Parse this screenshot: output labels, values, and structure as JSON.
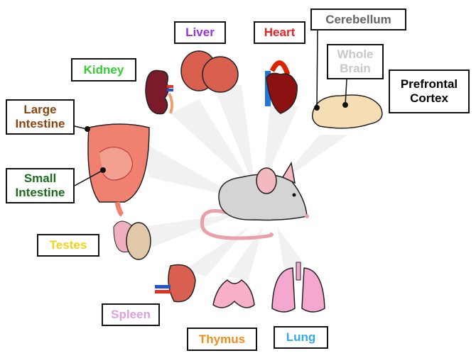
{
  "labels": {
    "cerebellum": {
      "text": "Cerebellum",
      "color": "#666666"
    },
    "whole_brain": {
      "text": "Whole Brain",
      "color": "#c8c8c8"
    },
    "prefrontal_cortex": {
      "text": "Prefrontal Cortex",
      "color": "#000000"
    },
    "heart": {
      "text": "Heart",
      "color": "#ee2222"
    },
    "liver": {
      "text": "Liver",
      "color": "#9a30e8"
    },
    "kidney": {
      "text": "Kidney",
      "color": "#33cc33"
    },
    "large_intestine": {
      "text": "Large Intestine",
      "color": "#8b4513"
    },
    "small_intestine": {
      "text": "Small Intestine",
      "color": "#1a6b1a"
    },
    "testes": {
      "text": "Testes",
      "color": "#f2d21a"
    },
    "spleen": {
      "text": "Spleen",
      "color": "#dda0dd"
    },
    "thymus": {
      "text": "Thymus",
      "color": "#f28c1a"
    },
    "lung": {
      "text": "Lung",
      "color": "#33aaee"
    }
  }
}
